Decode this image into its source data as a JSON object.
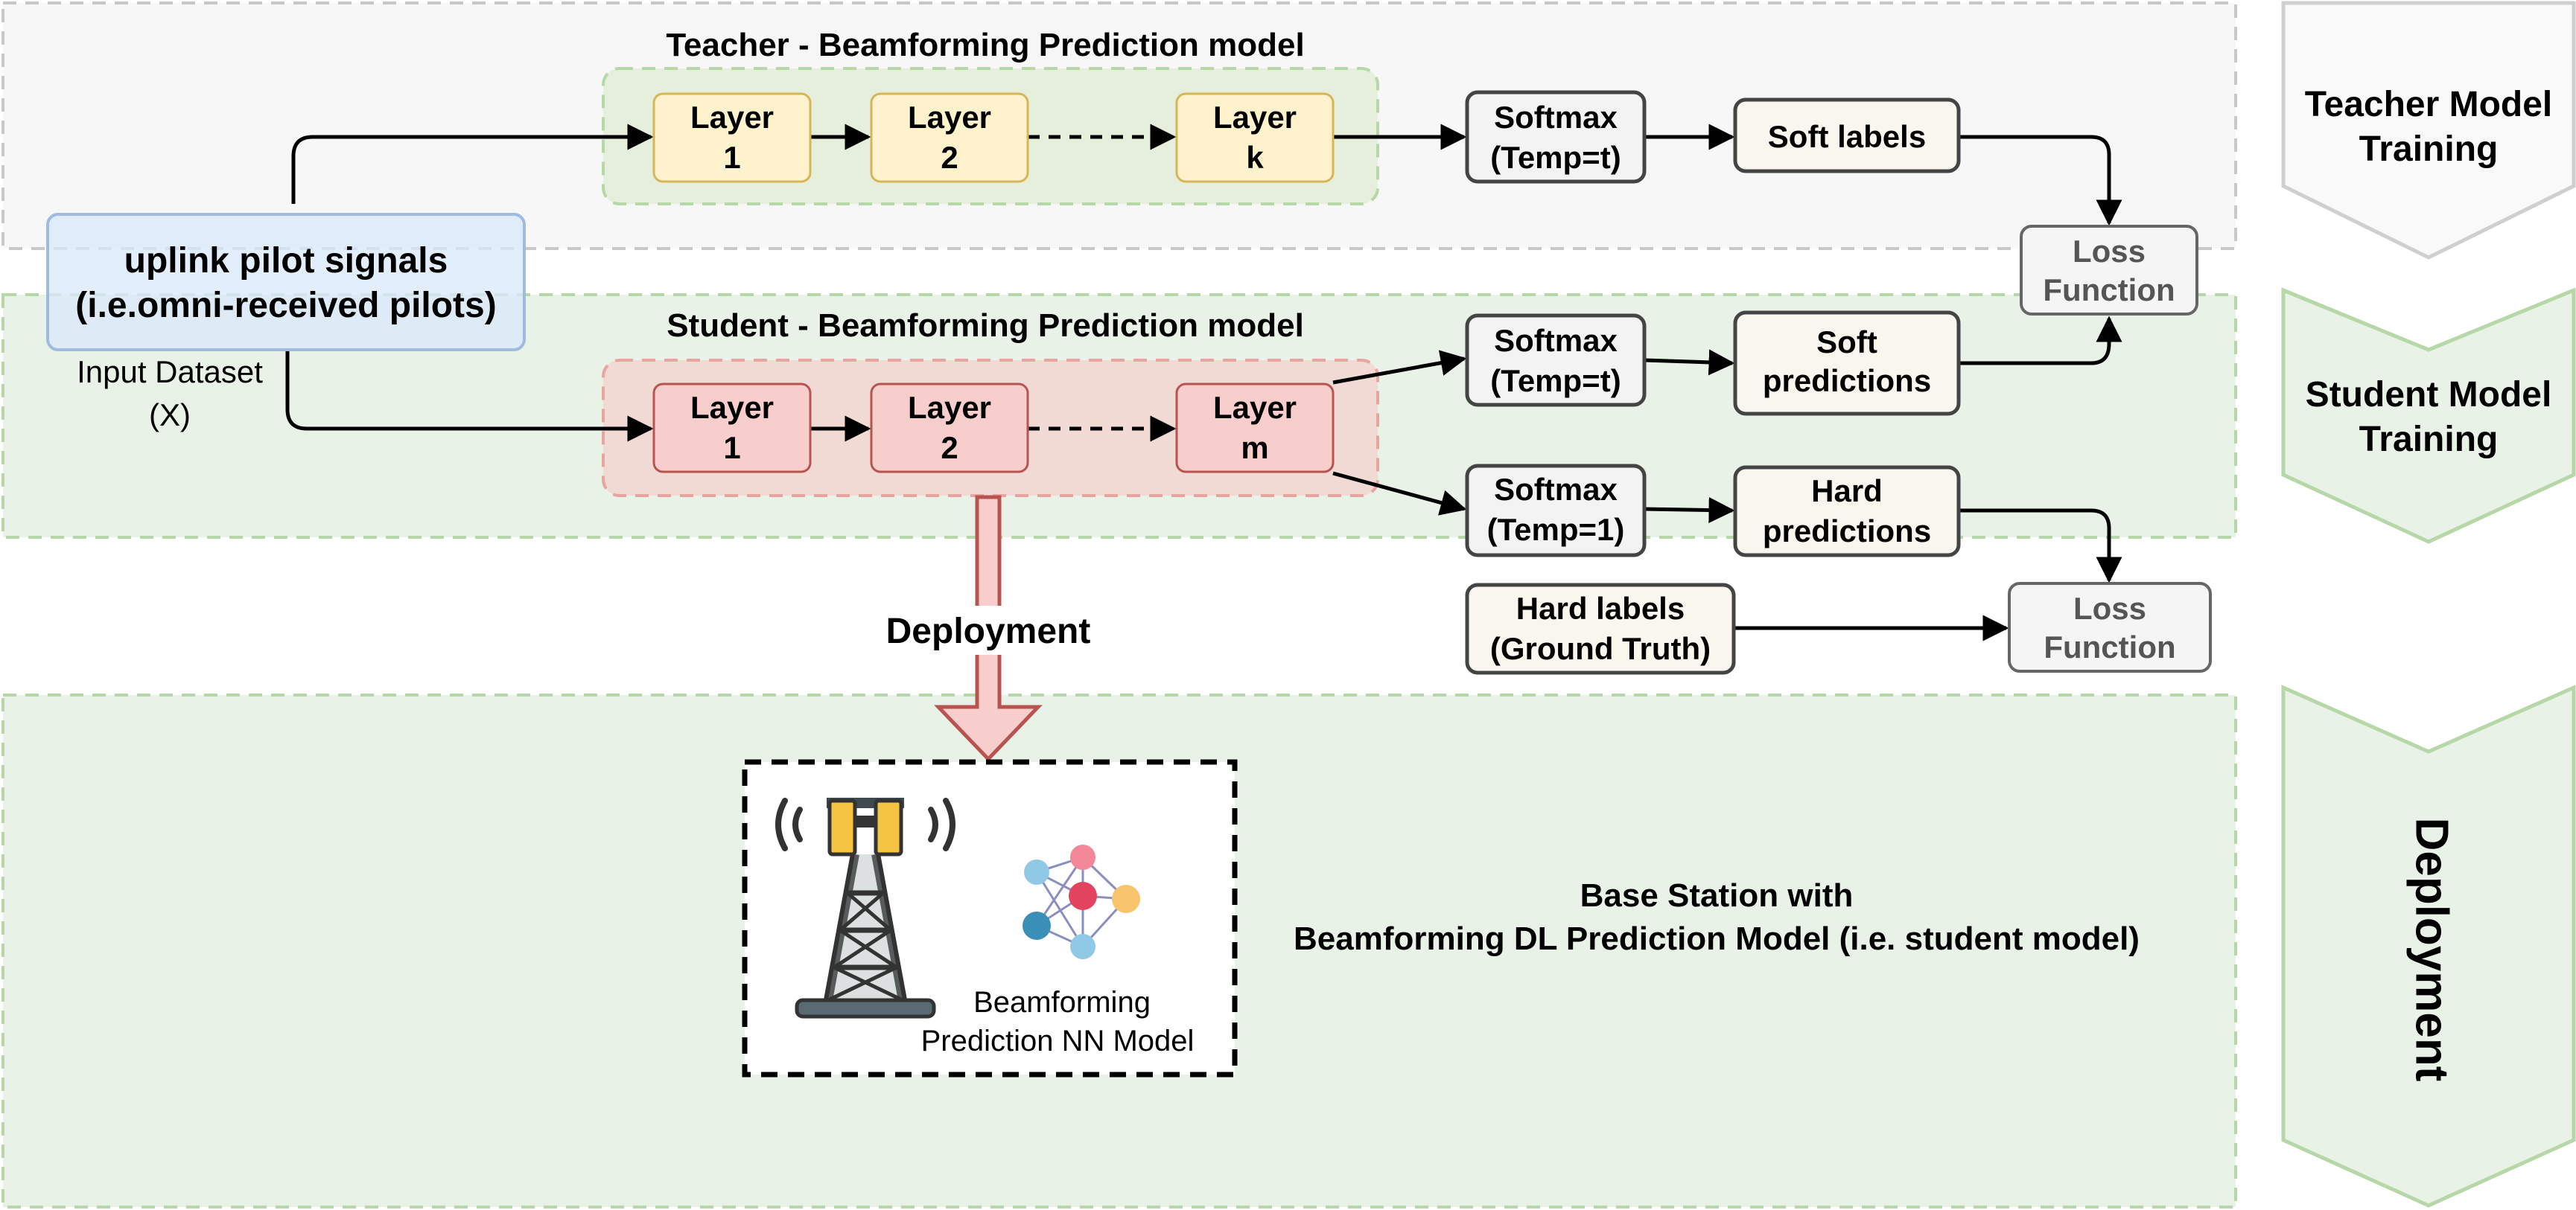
{
  "teacher": {
    "title": "Teacher - Beamforming Prediction model",
    "layer1": [
      "Layer",
      "1"
    ],
    "layer2": [
      "Layer",
      "2"
    ],
    "layerk": [
      "Layer",
      "k"
    ],
    "softmax": [
      "Softmax",
      "(Temp=t)"
    ],
    "soft_labels": "Soft labels"
  },
  "input": {
    "signal": [
      "uplink pilot signals",
      "(i.e.omni-received pilots)"
    ],
    "dataset": [
      "Input Dataset",
      "(X)"
    ]
  },
  "loss_top": [
    "Loss",
    "Function"
  ],
  "student": {
    "title": "Student - Beamforming Prediction model",
    "layer1": [
      "Layer",
      "1"
    ],
    "layer2": [
      "Layer",
      "2"
    ],
    "layerm": [
      "Layer",
      "m"
    ],
    "softmax_t": [
      "Softmax",
      "(Temp=t)"
    ],
    "soft_predictions": [
      "Soft",
      "predictions"
    ],
    "softmax_1": [
      "Softmax",
      "(Temp=1)"
    ],
    "hard_predictions": [
      "Hard",
      "predictions"
    ]
  },
  "hard_labels": [
    "Hard labels",
    "(Ground Truth)"
  ],
  "loss_bottom": [
    "Loss",
    "Function"
  ],
  "deployment_arrow_label": "Deployment",
  "base_station": [
    "Base Station with",
    "Beamforming DL Prediction Model (i.e. student model)"
  ],
  "nn_model_label": [
    "Beamforming",
    "Prediction NN Model"
  ],
  "stages": {
    "teacher": [
      "Teacher Model",
      "Training"
    ],
    "student": [
      "Student Model",
      "Training"
    ],
    "deployment": "Deployment"
  },
  "colors": {
    "teacher_layer_fill": "#fff2cc",
    "teacher_layer_stroke": "#d6b656",
    "student_layer_fill": "#f8cecc",
    "student_layer_stroke": "#b85450",
    "green_band": "#e9f2e6",
    "green_stroke": "#b6d7a8",
    "node_fill": "#f9f7ed",
    "softmax_fill": "#f3f3f3",
    "input_fill": "#dae8fc",
    "input_stroke": "#9fbbe0",
    "deploy_arrow_fill": "#f8cecc",
    "deploy_arrow_stroke": "#b85450"
  }
}
